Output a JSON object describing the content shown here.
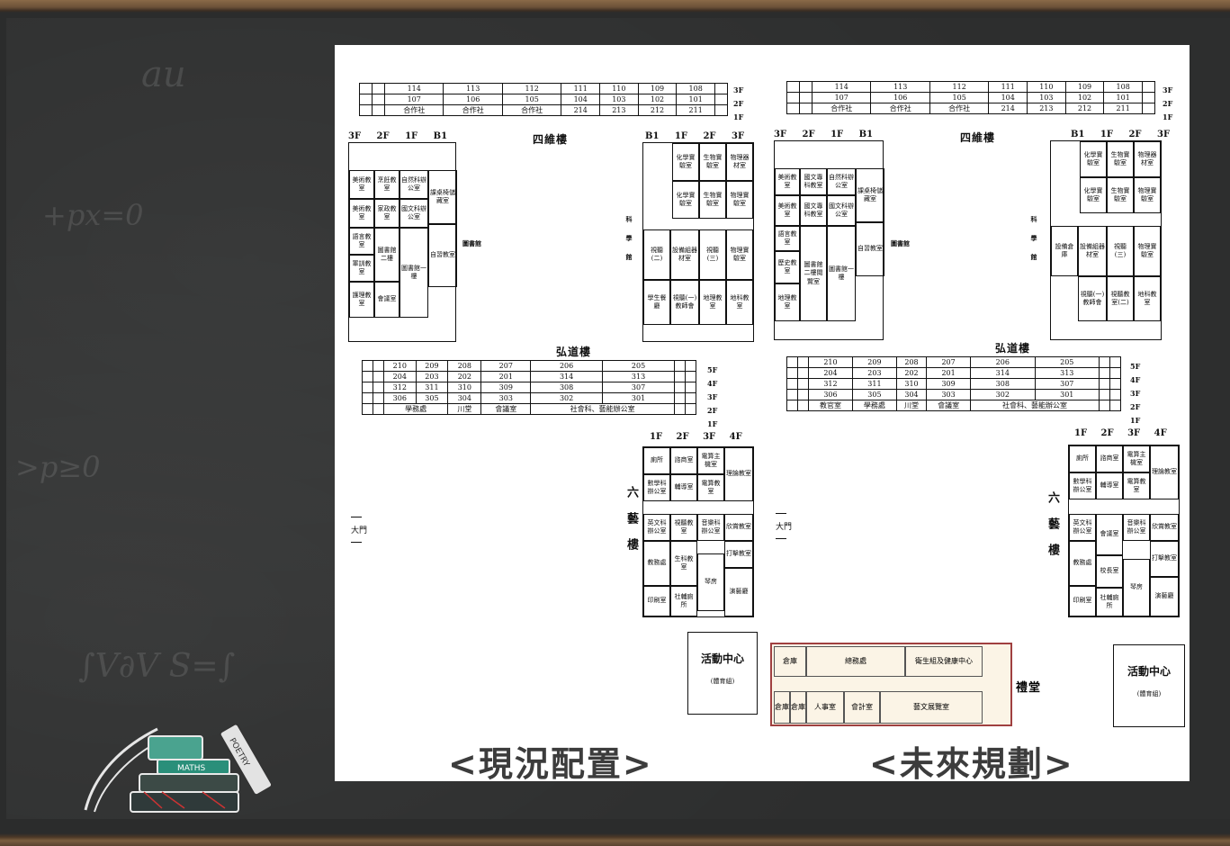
{
  "captions": {
    "left": "<現況配置>",
    "right": "<未來規劃>"
  },
  "top_table": {
    "rows": [
      [
        "114",
        "113",
        "112",
        "111",
        "110",
        "109",
        "108"
      ],
      [
        "107",
        "106",
        "105",
        "104",
        "103",
        "102",
        "101"
      ],
      [
        "合作社",
        "合作社",
        "合作社",
        "214",
        "213",
        "212",
        "211"
      ]
    ],
    "floors": [
      "3F",
      "2F",
      "1F"
    ]
  },
  "top_table_right": {
    "rows": [
      [
        "114",
        "113",
        "112",
        "111",
        "110",
        "109",
        "108"
      ],
      [
        "107",
        "106",
        "105",
        "104",
        "103",
        "102",
        "101"
      ],
      [
        "合作社",
        "合作社",
        "合作社",
        "214",
        "213",
        "212",
        "211"
      ]
    ],
    "floors": [
      "3F",
      "2F",
      "1F"
    ]
  },
  "siwei": {
    "name": "四維樓",
    "floors_left": [
      "3F",
      "2F",
      "1F",
      "B1"
    ],
    "floors_right": [
      "B1",
      "1F",
      "2F",
      "3F"
    ]
  },
  "left_wing_current": {
    "cells": [
      "美術教室",
      "烹飪教室",
      "自然科辦公室",
      "課桌椅儲藏室",
      "美術教室",
      "家政教室",
      "國文科辦公室",
      "語言教室",
      "圖書館二樓",
      "圖書館一樓",
      "自習教室",
      "軍訓教室",
      "護理教室",
      "會議室"
    ],
    "library": "圖書館"
  },
  "left_wing_future": {
    "cells": [
      "美術教室",
      "國文專科教室",
      "自然科辦公室",
      "課桌椅儲藏室",
      "美術教室",
      "國文專科教室",
      "國文科辦公室",
      "語言教室",
      "圖書館二樓閱覽室",
      "圖書館一樓",
      "自習教室",
      "歷史教室",
      "地理教室"
    ],
    "library": "圖書館"
  },
  "science_wing_current": {
    "cells": [
      "化學實驗室",
      "生物實驗室",
      "物理器材室",
      "化學實驗室",
      "生物實驗室",
      "物理實驗室",
      "視聽(二)",
      "設備組器材室",
      "視聽(三)",
      "物理實驗室",
      "學生餐廳",
      "視聽(一)教師會",
      "地理教室",
      "地科教室"
    ],
    "label": "科學館"
  },
  "science_wing_future": {
    "cells": [
      "化學實驗室",
      "生物實驗室",
      "物理器材室",
      "化學實驗室",
      "生物實驗室",
      "物理實驗室",
      "設備倉庫",
      "設備組器材室",
      "視聽(三)",
      "物理實驗室",
      "視聽(一)教師會",
      "視聽教室(二)",
      "地科教室"
    ],
    "label": "科學館"
  },
  "hongdao": {
    "name": "弘道樓",
    "rows": [
      [
        "210",
        "209",
        "208",
        "207",
        "206",
        "205"
      ],
      [
        "204",
        "203",
        "202",
        "201",
        "314",
        "313"
      ],
      [
        "312",
        "311",
        "310",
        "309",
        "308",
        "307"
      ],
      [
        "306",
        "305",
        "304",
        "303",
        "302",
        "301"
      ]
    ],
    "floors": [
      "5F",
      "4F",
      "3F",
      "2F",
      "1F"
    ],
    "ground": [
      "教官室",
      "學務處",
      "川堂",
      "會議室",
      "社會科、藝能辦公室"
    ]
  },
  "liuyi": {
    "name": "六藝樓",
    "floors": [
      "1F",
      "2F",
      "3F",
      "4F"
    ],
    "current": [
      "廁所",
      "諮商室",
      "電算主機室",
      "理論教室",
      "數學科辦公室",
      "輔導室",
      "電算教室",
      "英文科辦公室",
      "視聽教室",
      "音樂科辦公室",
      "欣賞教室",
      "教務處",
      "生科教室",
      "琴房",
      "打擊教室",
      "印刷室",
      "社輔廁所",
      "演藝廳"
    ],
    "future": [
      "廁所",
      "諮商室",
      "電算主機室",
      "理論教室",
      "數學科辦公室",
      "輔導室",
      "電算教室",
      "英文科辦公室",
      "會議室",
      "音樂科辦公室",
      "欣賞教室",
      "教務處",
      "校長室",
      "琴房",
      "打擊教室",
      "印刷室",
      "社輔廁所",
      "演藝廳"
    ]
  },
  "activity_center": {
    "title": "活動中心",
    "sub": "(體育組)"
  },
  "auditorium": {
    "label": "禮堂",
    "cells": [
      "倉庫",
      "總務處",
      "衛生組及健康中心",
      "倉庫",
      "倉庫",
      "人事室",
      "會計室",
      "藝文展覽室"
    ]
  },
  "gate": "大門",
  "books": {
    "maths": "MATHS",
    "poetry": "POETRY"
  }
}
